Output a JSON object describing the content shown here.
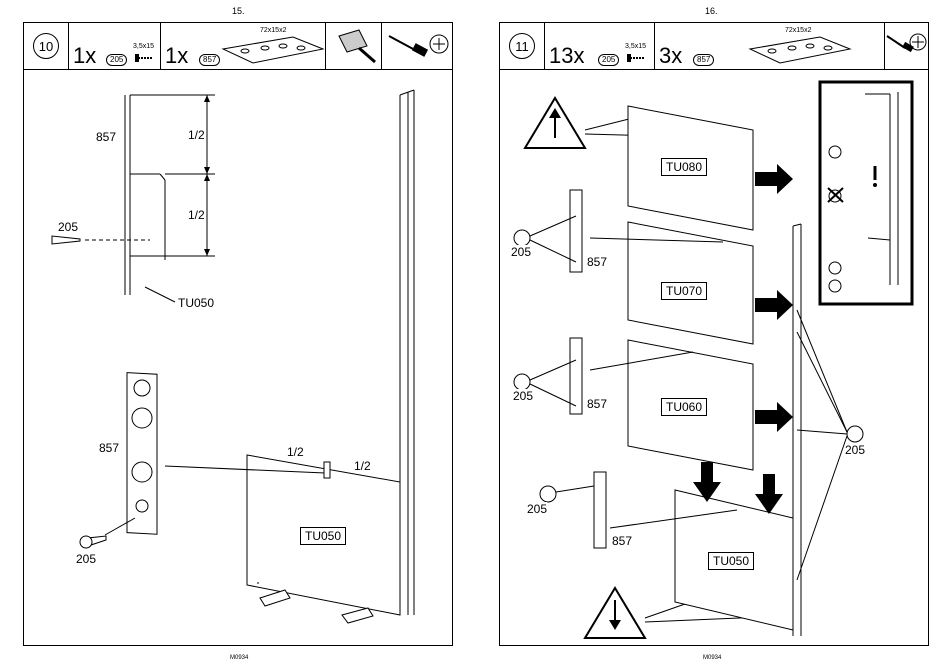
{
  "left_page": {
    "page_number": "15.",
    "footer": "M0934",
    "step": "10",
    "parts": [
      {
        "qty": "1x",
        "code": "205",
        "size": "3,5x15"
      },
      {
        "qty": "1x",
        "code": "857",
        "size": "72x15x2"
      }
    ],
    "labels": {
      "part_857_top": "857",
      "half_a": "1/2",
      "half_b": "1/2",
      "screw_205_top": "205",
      "panel_ref": "TU050",
      "part_857_mid": "857",
      "half_c": "1/2",
      "half_d": "1/2",
      "screw_205_bottom": "205",
      "panel_box": "TU050"
    }
  },
  "right_page": {
    "page_number": "16.",
    "footer": "M0934",
    "step": "11",
    "parts": [
      {
        "qty": "13x",
        "code": "205",
        "size": "3,5x15"
      },
      {
        "qty": "3x",
        "code": "857",
        "size": "72x15x2"
      }
    ],
    "labels": {
      "panel_1": "TU080",
      "panel_2": "TU070",
      "panel_3": "TU060",
      "panel_4": "TU050",
      "screw_a": "205",
      "bracket_a": "857",
      "screw_b": "205",
      "bracket_b": "857",
      "screw_c": "205",
      "bracket_c": "857",
      "screw_side": "205"
    }
  }
}
